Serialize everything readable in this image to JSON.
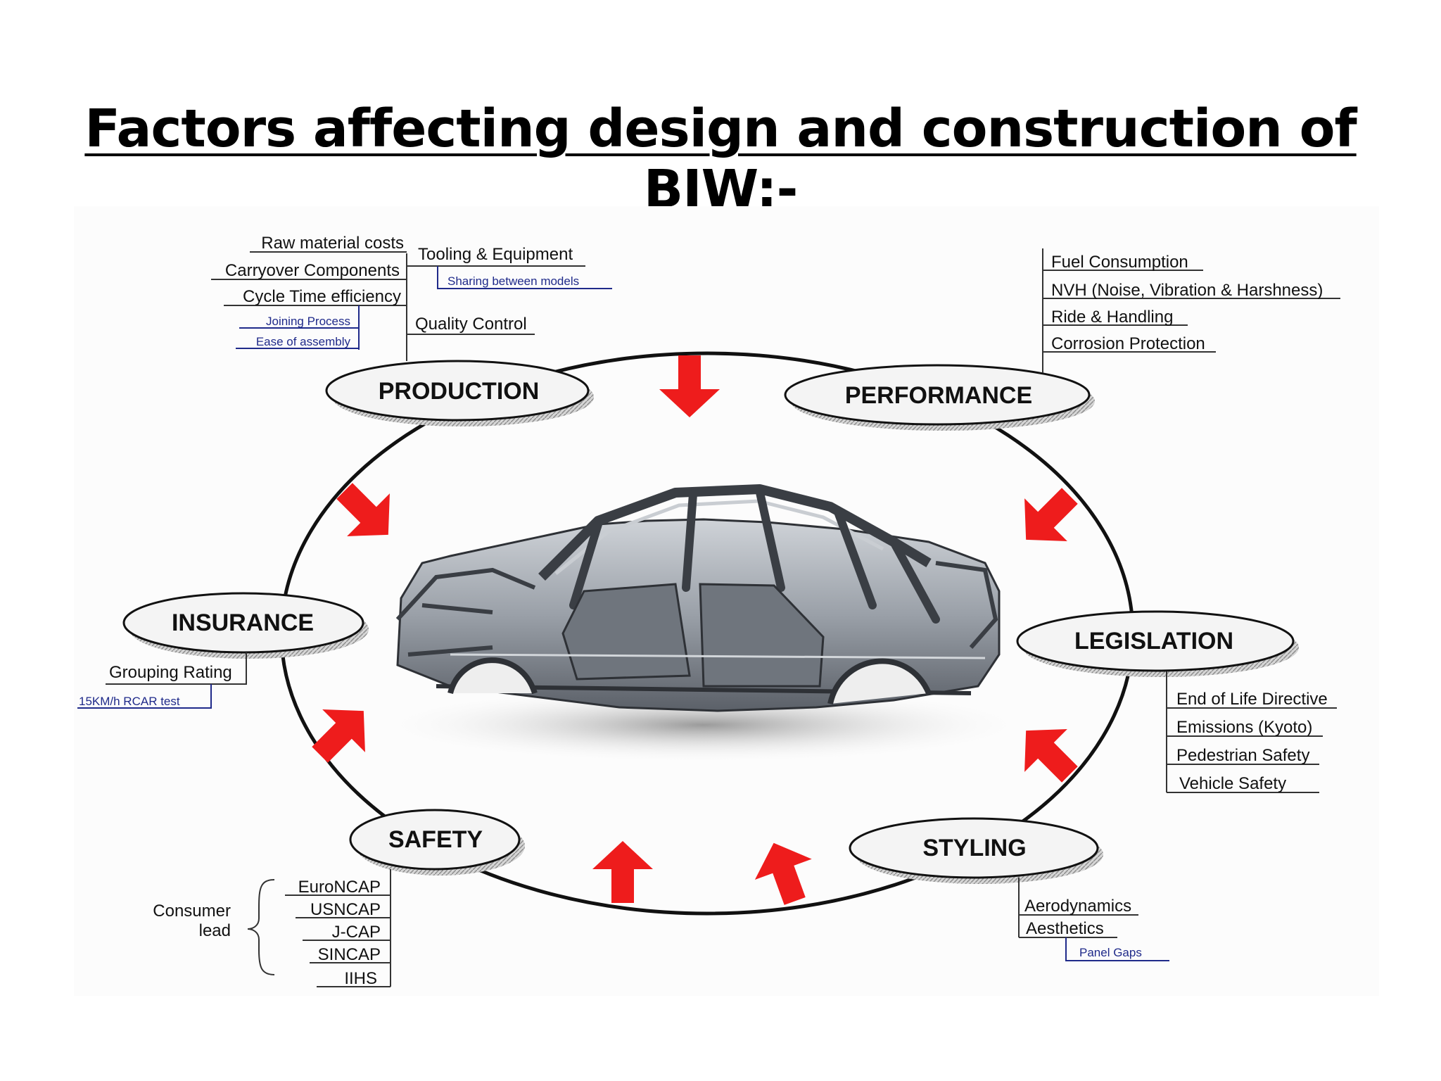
{
  "title": "Factors affecting design and construction of BIW:-",
  "colors": {
    "arrow": "#ee1c1c",
    "outline": "#111111",
    "link": "#1f2a8a",
    "shadow": "#9a9a9a"
  },
  "hubs": {
    "production": "PRODUCTION",
    "performance": "PERFORMANCE",
    "insurance": "INSURANCE",
    "legislation": "LEGISLATION",
    "safety": "SAFETY",
    "styling": "STYLING"
  },
  "production": {
    "left_items": [
      "Raw material costs",
      "Carryover Components",
      "Cycle Time efficiency"
    ],
    "left_sub_items": [
      "Joining Process",
      "Ease of assembly"
    ],
    "right_items": [
      "Tooling & Equipment",
      "Quality Control"
    ],
    "right_sub_items": [
      "Sharing between models"
    ]
  },
  "performance": {
    "items": [
      "Fuel Consumption",
      "NVH (Noise, Vibration & Harshness)",
      "Ride & Handling",
      "Corrosion Protection"
    ]
  },
  "insurance": {
    "items": [
      "Grouping Rating"
    ],
    "sub_items": [
      "15KM/h RCAR test"
    ]
  },
  "legislation": {
    "items": [
      "End of Life Directive",
      "Emissions (Kyoto)",
      "Pedestrian Safety",
      "Vehicle  Safety"
    ]
  },
  "safety": {
    "group_label_line1": "Consumer",
    "group_label_line2": "lead",
    "items": [
      "EuroNCAP",
      "USNCAP",
      "J-CAP",
      "SINCAP",
      "IIHS"
    ]
  },
  "styling": {
    "items": [
      "Aerodynamics",
      "Aesthetics"
    ],
    "sub_items": [
      "Panel Gaps"
    ]
  },
  "center_image": "car-body-in-white-illustration"
}
